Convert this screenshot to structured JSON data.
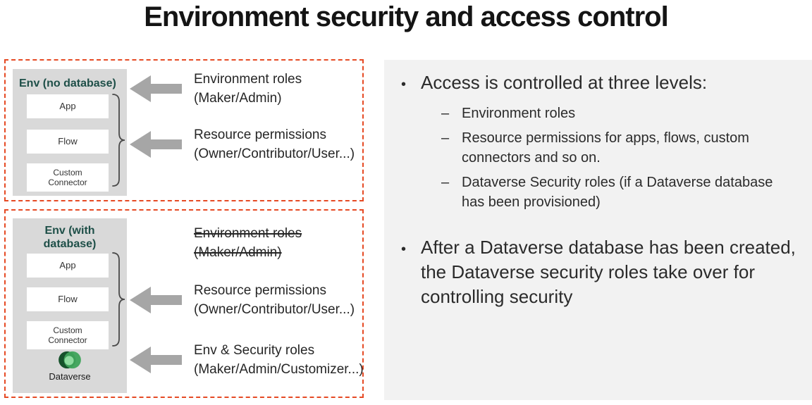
{
  "title": "Environment security and access control",
  "colors": {
    "accent": "#E64A24",
    "teal": "#1E4F48",
    "arrow": "#A6A6A6",
    "panel_gray": "#D9D9D9",
    "notes_bg": "#F2F2F2",
    "text": "#262626"
  },
  "env_no_db": {
    "title": "Env (no database)",
    "boxes": [
      "App",
      "Flow",
      "Custom Connector"
    ],
    "annotations": [
      {
        "line1": "Environment roles",
        "line2": "(Maker/Admin)"
      },
      {
        "line1": "Resource permissions",
        "line2": "(Owner/Contributor/User...)"
      }
    ]
  },
  "env_with_db": {
    "title": "Env (with database)",
    "boxes": [
      "App",
      "Flow",
      "Custom Connector"
    ],
    "dataverse_label": "Dataverse",
    "annotations": [
      {
        "line1": "Environment roles",
        "line2": "(Maker/Admin)"
      },
      {
        "line1": "Resource permissions",
        "line2": "(Owner/Contributor/User...)"
      },
      {
        "line1": "Env & Security roles",
        "line2": "(Maker/Admin/Customizer...)"
      }
    ]
  },
  "notes": {
    "bullet_char": "•",
    "dash_char": "–",
    "bullet1": "Access is controlled at three levels:",
    "sub_bullets": [
      "Environment roles",
      "Resource permissions for apps, flows, custom connectors and so on.",
      "Dataverse Security roles (if a Dataverse database has been provisioned)"
    ],
    "bullet2": "After a Dataverse database has been created, the Dataverse security roles take over for controlling security"
  }
}
